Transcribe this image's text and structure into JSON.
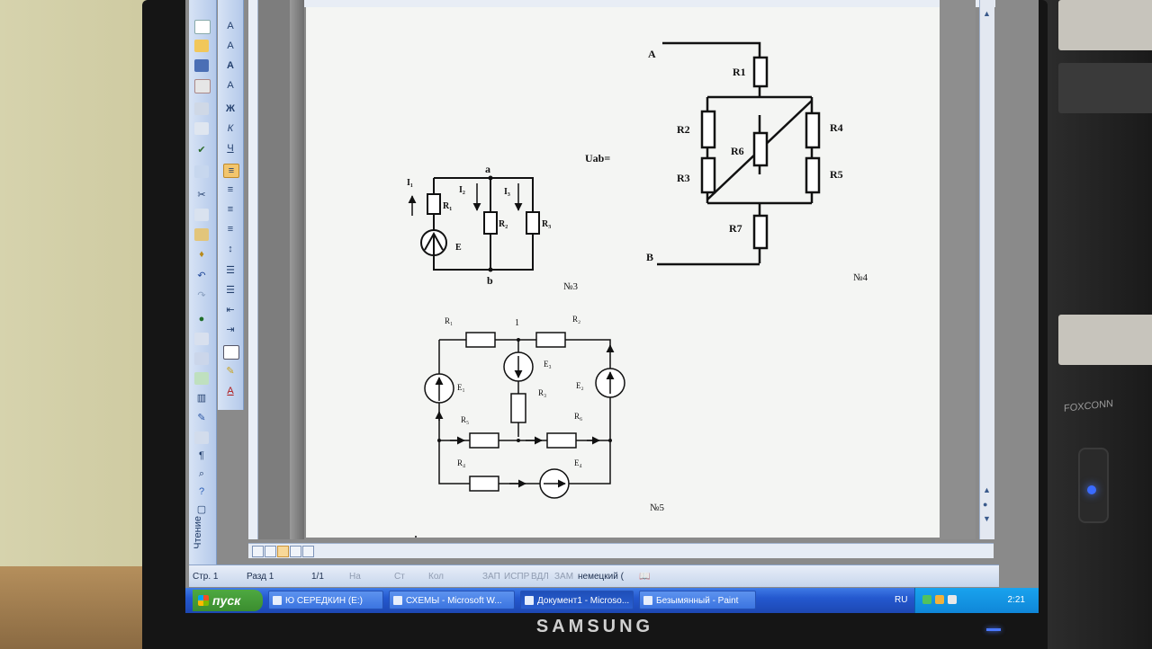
{
  "document": {
    "uab_label": "Uab=",
    "circuit3": {
      "node_top": "a",
      "node_bottom": "b",
      "i1": "I₁",
      "i2": "I₂",
      "i3": "I₃",
      "r1": "R₁",
      "r2": "R₂",
      "r3": "R₃",
      "e": "E",
      "number": "№3"
    },
    "circuit4": {
      "terminal_a": "A",
      "terminal_b": "B",
      "r1": "R1",
      "r2": "R2",
      "r3": "R3",
      "r4": "R4",
      "r5": "R5",
      "r6": "R6",
      "r7": "R7",
      "number": "№4"
    },
    "circuit5": {
      "node1": "1",
      "r1": "R₁",
      "r2": "R₂",
      "r3": "R₃",
      "r4": "R₄",
      "r5": "R₅",
      "r6": "R₆",
      "e1": "E₁",
      "e2": "E₂",
      "e3": "E₃",
      "e4": "E₄",
      "number": "№5"
    }
  },
  "toolbar_vertical_label": "Чтение",
  "status_bar": {
    "page": "Стр. 1",
    "section": "Разд 1",
    "pages": "1/1",
    "at": "На",
    "line": "Ст",
    "col": "Кол",
    "rec": "ЗАП",
    "trk": "ИСПР",
    "ext": "ВДЛ",
    "ovr": "ЗАМ",
    "language": "немецкий ("
  },
  "taskbar": {
    "start_label": "пуск",
    "tasks": [
      {
        "label": "Ю СЕРЕДКИН (E:)"
      },
      {
        "label": "СХЕМЫ - Microsoft W..."
      },
      {
        "label": "Документ1 - Microso..."
      },
      {
        "label": "Безымянный - Paint"
      }
    ],
    "language": "RU",
    "clock": "2:21"
  },
  "monitor_brand": "SAMSUNG",
  "case_brand": "FOXCONN"
}
